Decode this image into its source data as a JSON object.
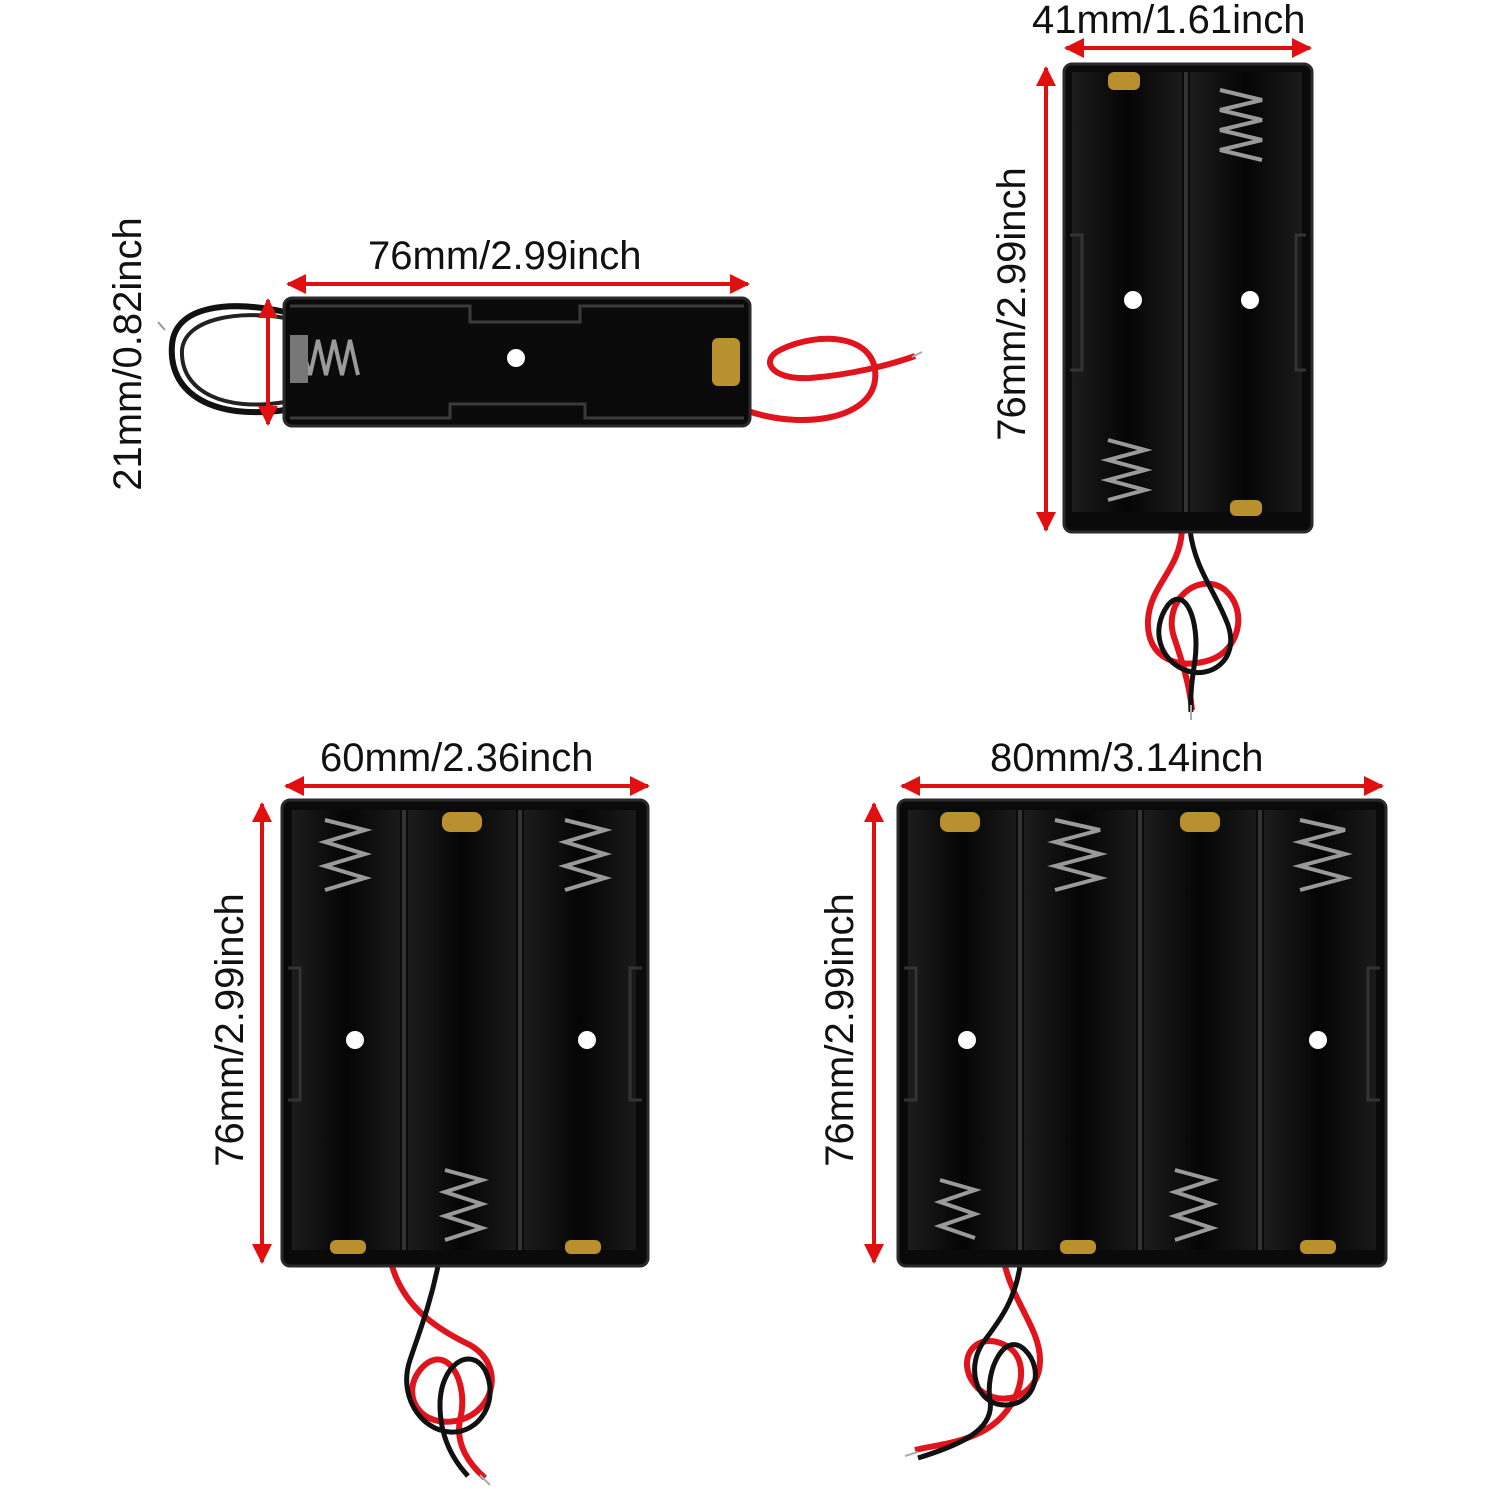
{
  "colors": {
    "arrow": "#e01010",
    "holder_plastic": "#0a0a0a",
    "holder_edge": "#2a2a2a",
    "wire_red": "#e0141c",
    "wire_black": "#111111",
    "contact_gold": "#b8902e",
    "spring_silver": "#9a9a9a",
    "background": "#ffffff"
  },
  "holders": [
    {
      "name": "1-slot",
      "width_label": "76mm/2.99inch",
      "height_label": "21mm/0.82inch",
      "slots": 1
    },
    {
      "name": "2-slot",
      "width_label": "41mm/1.61inch",
      "height_label": "76mm/2.99inch",
      "slots": 2
    },
    {
      "name": "3-slot",
      "width_label": "60mm/2.36inch",
      "height_label": "76mm/2.99inch",
      "slots": 3
    },
    {
      "name": "4-slot",
      "width_label": "80mm/3.14inch",
      "height_label": "76mm/2.99inch",
      "slots": 4
    }
  ]
}
